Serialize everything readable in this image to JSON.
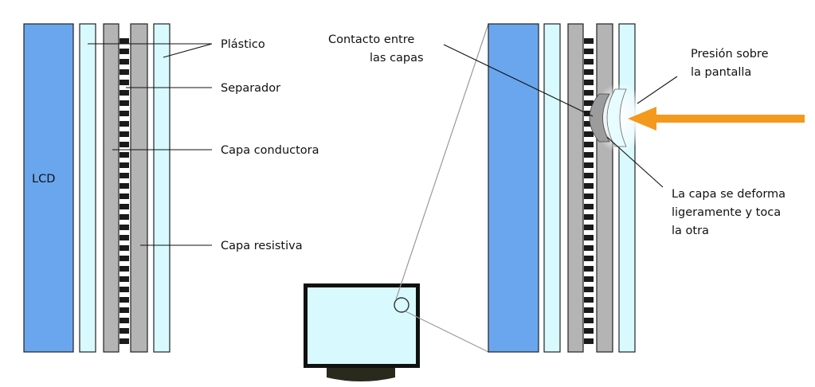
{
  "colors": {
    "background": "#ffffff",
    "lcd": "#6aa6ee",
    "plastic": "#d8faff",
    "conductive_layer": "#b4b4b4",
    "spacer_dark": "#1a1a1a",
    "spacer_light": "#ffffff",
    "outline": "#222222",
    "pointer_line": "#111111",
    "zoom_line": "#9a9a9a",
    "pressure_arrow": "#f39a1e",
    "monitor_screen": "#d8faff",
    "monitor_stand": "#2a2a1c"
  },
  "left_panel": {
    "lcd_label": "LCD",
    "labels": {
      "plastic": "Plástico",
      "separator": "Separador",
      "conductive": "Capa conductora",
      "resistive": "Capa resistiva"
    }
  },
  "right_panel": {
    "contact_label": [
      "Contacto entre",
      "las capas"
    ],
    "pressure_label": [
      "Presión sobre",
      "la pantalla"
    ],
    "deform_label": [
      "La capa se deforma",
      "ligeramente y toca",
      "la otra"
    ]
  },
  "icons": {
    "pressure_arrow": "arrow-left-icon",
    "monitor": "monitor-icon",
    "zoom_circle": "magnifier-circle-icon"
  }
}
